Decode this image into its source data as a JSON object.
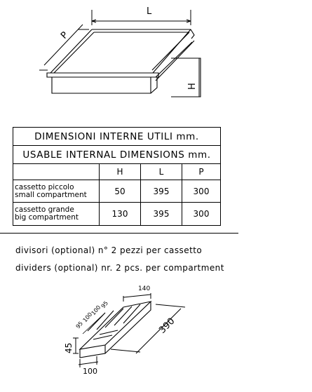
{
  "drawer": {
    "dim_L": "L",
    "dim_P": "P",
    "dim_H": "H"
  },
  "table": {
    "title_it": "DIMENSIONI INTERNE UTILI mm.",
    "title_en": "USABLE INTERNAL DIMENSIONS mm.",
    "headers": [
      "H",
      "L",
      "P"
    ],
    "rows": [
      {
        "label_it": "cassetto piccolo",
        "label_en": "small compartment",
        "values": [
          "50",
          "395",
          "300"
        ]
      },
      {
        "label_it": "cassetto grande",
        "label_en": "big compartment",
        "values": [
          "130",
          "395",
          "300"
        ]
      }
    ]
  },
  "notes": {
    "it": "divisori (optional) n° 2 pezzi per cassetto",
    "en": "dividers (optional) nr. 2 pcs. per compartment"
  },
  "dividers": {
    "width_label": "140",
    "length_label": "390",
    "height_label": "45",
    "bottom_label": "100",
    "spacing_labels": [
      "95",
      "100",
      "100",
      "95"
    ]
  }
}
